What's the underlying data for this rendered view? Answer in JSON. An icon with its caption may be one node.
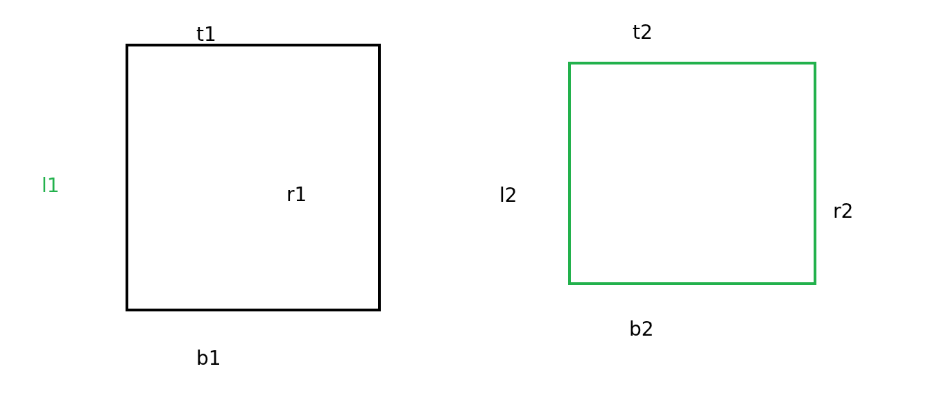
{
  "diagram": {
    "nodes": [
      {
        "text": [],
        "shape": "box"
      },
      {
        "text": [],
        "shape": "box"
      }
    ],
    "labels": [
      "t1",
      "l1",
      "r1",
      "b1",
      "t2",
      "l2",
      "r2",
      "b2"
    ]
  }
}
